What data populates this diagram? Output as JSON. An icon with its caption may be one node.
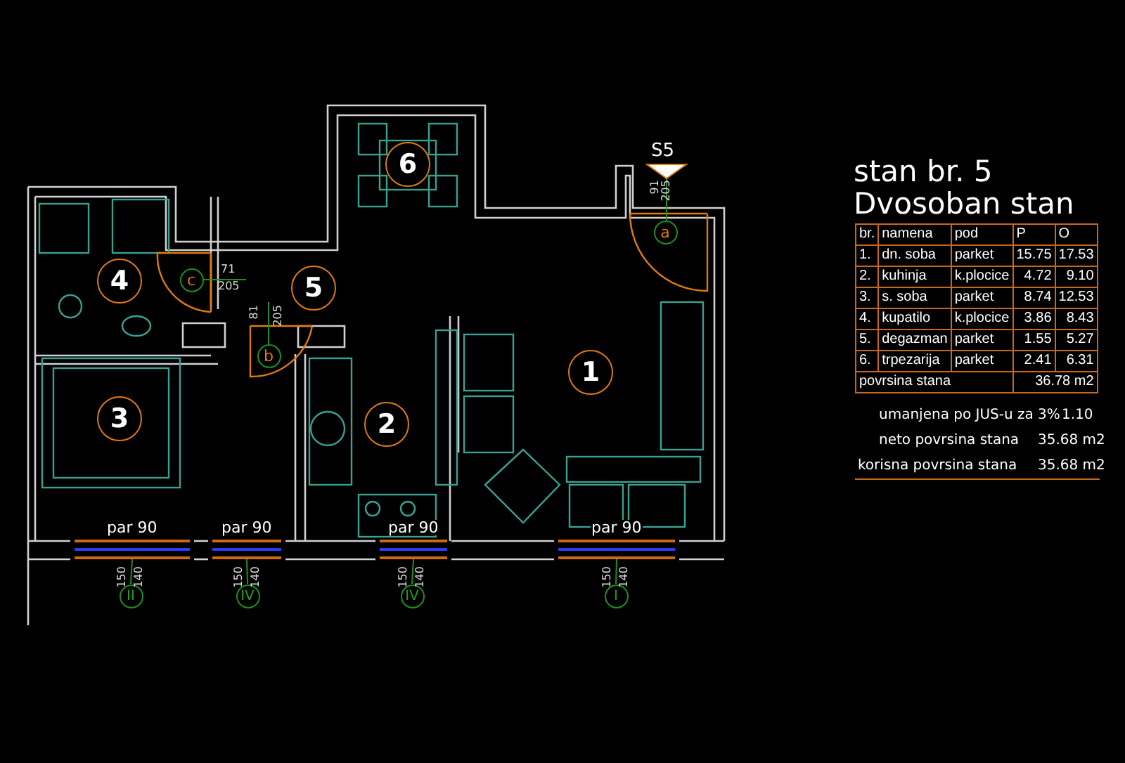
{
  "diagram": {
    "title": "stan br. 5",
    "nodes": [
      {
        "text": [
          "6"
        ]
      },
      {
        "text": [
          "a"
        ]
      },
      {
        "text": [
          "c"
        ]
      },
      {
        "text": [
          "4"
        ]
      },
      {
        "text": [
          "5"
        ]
      },
      {
        "text": [
          "1"
        ]
      },
      {
        "text": [
          "b"
        ]
      },
      {
        "text": [
          "3"
        ]
      },
      {
        "text": [
          "2"
        ]
      },
      {
        "text": [],
        "shape": "bar",
        "beside": [
          "par 90"
        ]
      },
      {
        "text": [],
        "shape": "bar",
        "beside": [
          "par 90"
        ]
      },
      {
        "text": [],
        "shape": "bar",
        "beside": [
          "par 90"
        ]
      },
      {
        "text": [],
        "shape": "bar",
        "beside": [
          "par 90"
        ]
      },
      {
        "text": [
          "II"
        ]
      },
      {
        "text": [
          "IV"
        ]
      },
      {
        "text": [
          "IV"
        ]
      },
      {
        "text": [
          "I"
        ]
      }
    ],
    "edges": [
      {
        "from": 13,
        "to": 9,
        "arrow": "none"
      },
      {
        "from": 14,
        "to": 10,
        "arrow": "none"
      },
      {
        "from": 15,
        "to": 11,
        "arrow": "none"
      },
      {
        "from": 16,
        "to": 12,
        "arrow": "none"
      }
    ],
    "labels": [
      "Dvosoban stan",
      "S5",
      "91",
      "205",
      "71",
      "205",
      "81",
      "205",
      "150",
      "140",
      "150",
      "140",
      "150",
      "140",
      "150",
      "140",
      "br.",
      "namena",
      "pod",
      "P",
      "O",
      "1.",
      "dn. soba",
      "parket",
      "15.75",
      "17.53",
      "2.",
      "kuhinja",
      "k.plocice",
      "4.72",
      "9.10",
      "3.",
      "s. soba",
      "parket",
      "8.74",
      "12.53",
      "4.",
      "kupatilo",
      "k.plocice",
      "3.86",
      "8.43",
      "5.",
      "degazman",
      "parket",
      "1.55",
      "5.27",
      "6.",
      "trpezarija",
      "parket",
      "2.41",
      "6.31",
      "povrsina stana",
      "36.78 m2",
      "umanjena po JUS-u za 3%",
      "1.10",
      "neto povrsina stana",
      "35.68 m2",
      "korisna povrsina stana",
      "35.68 m2"
    ]
  }
}
